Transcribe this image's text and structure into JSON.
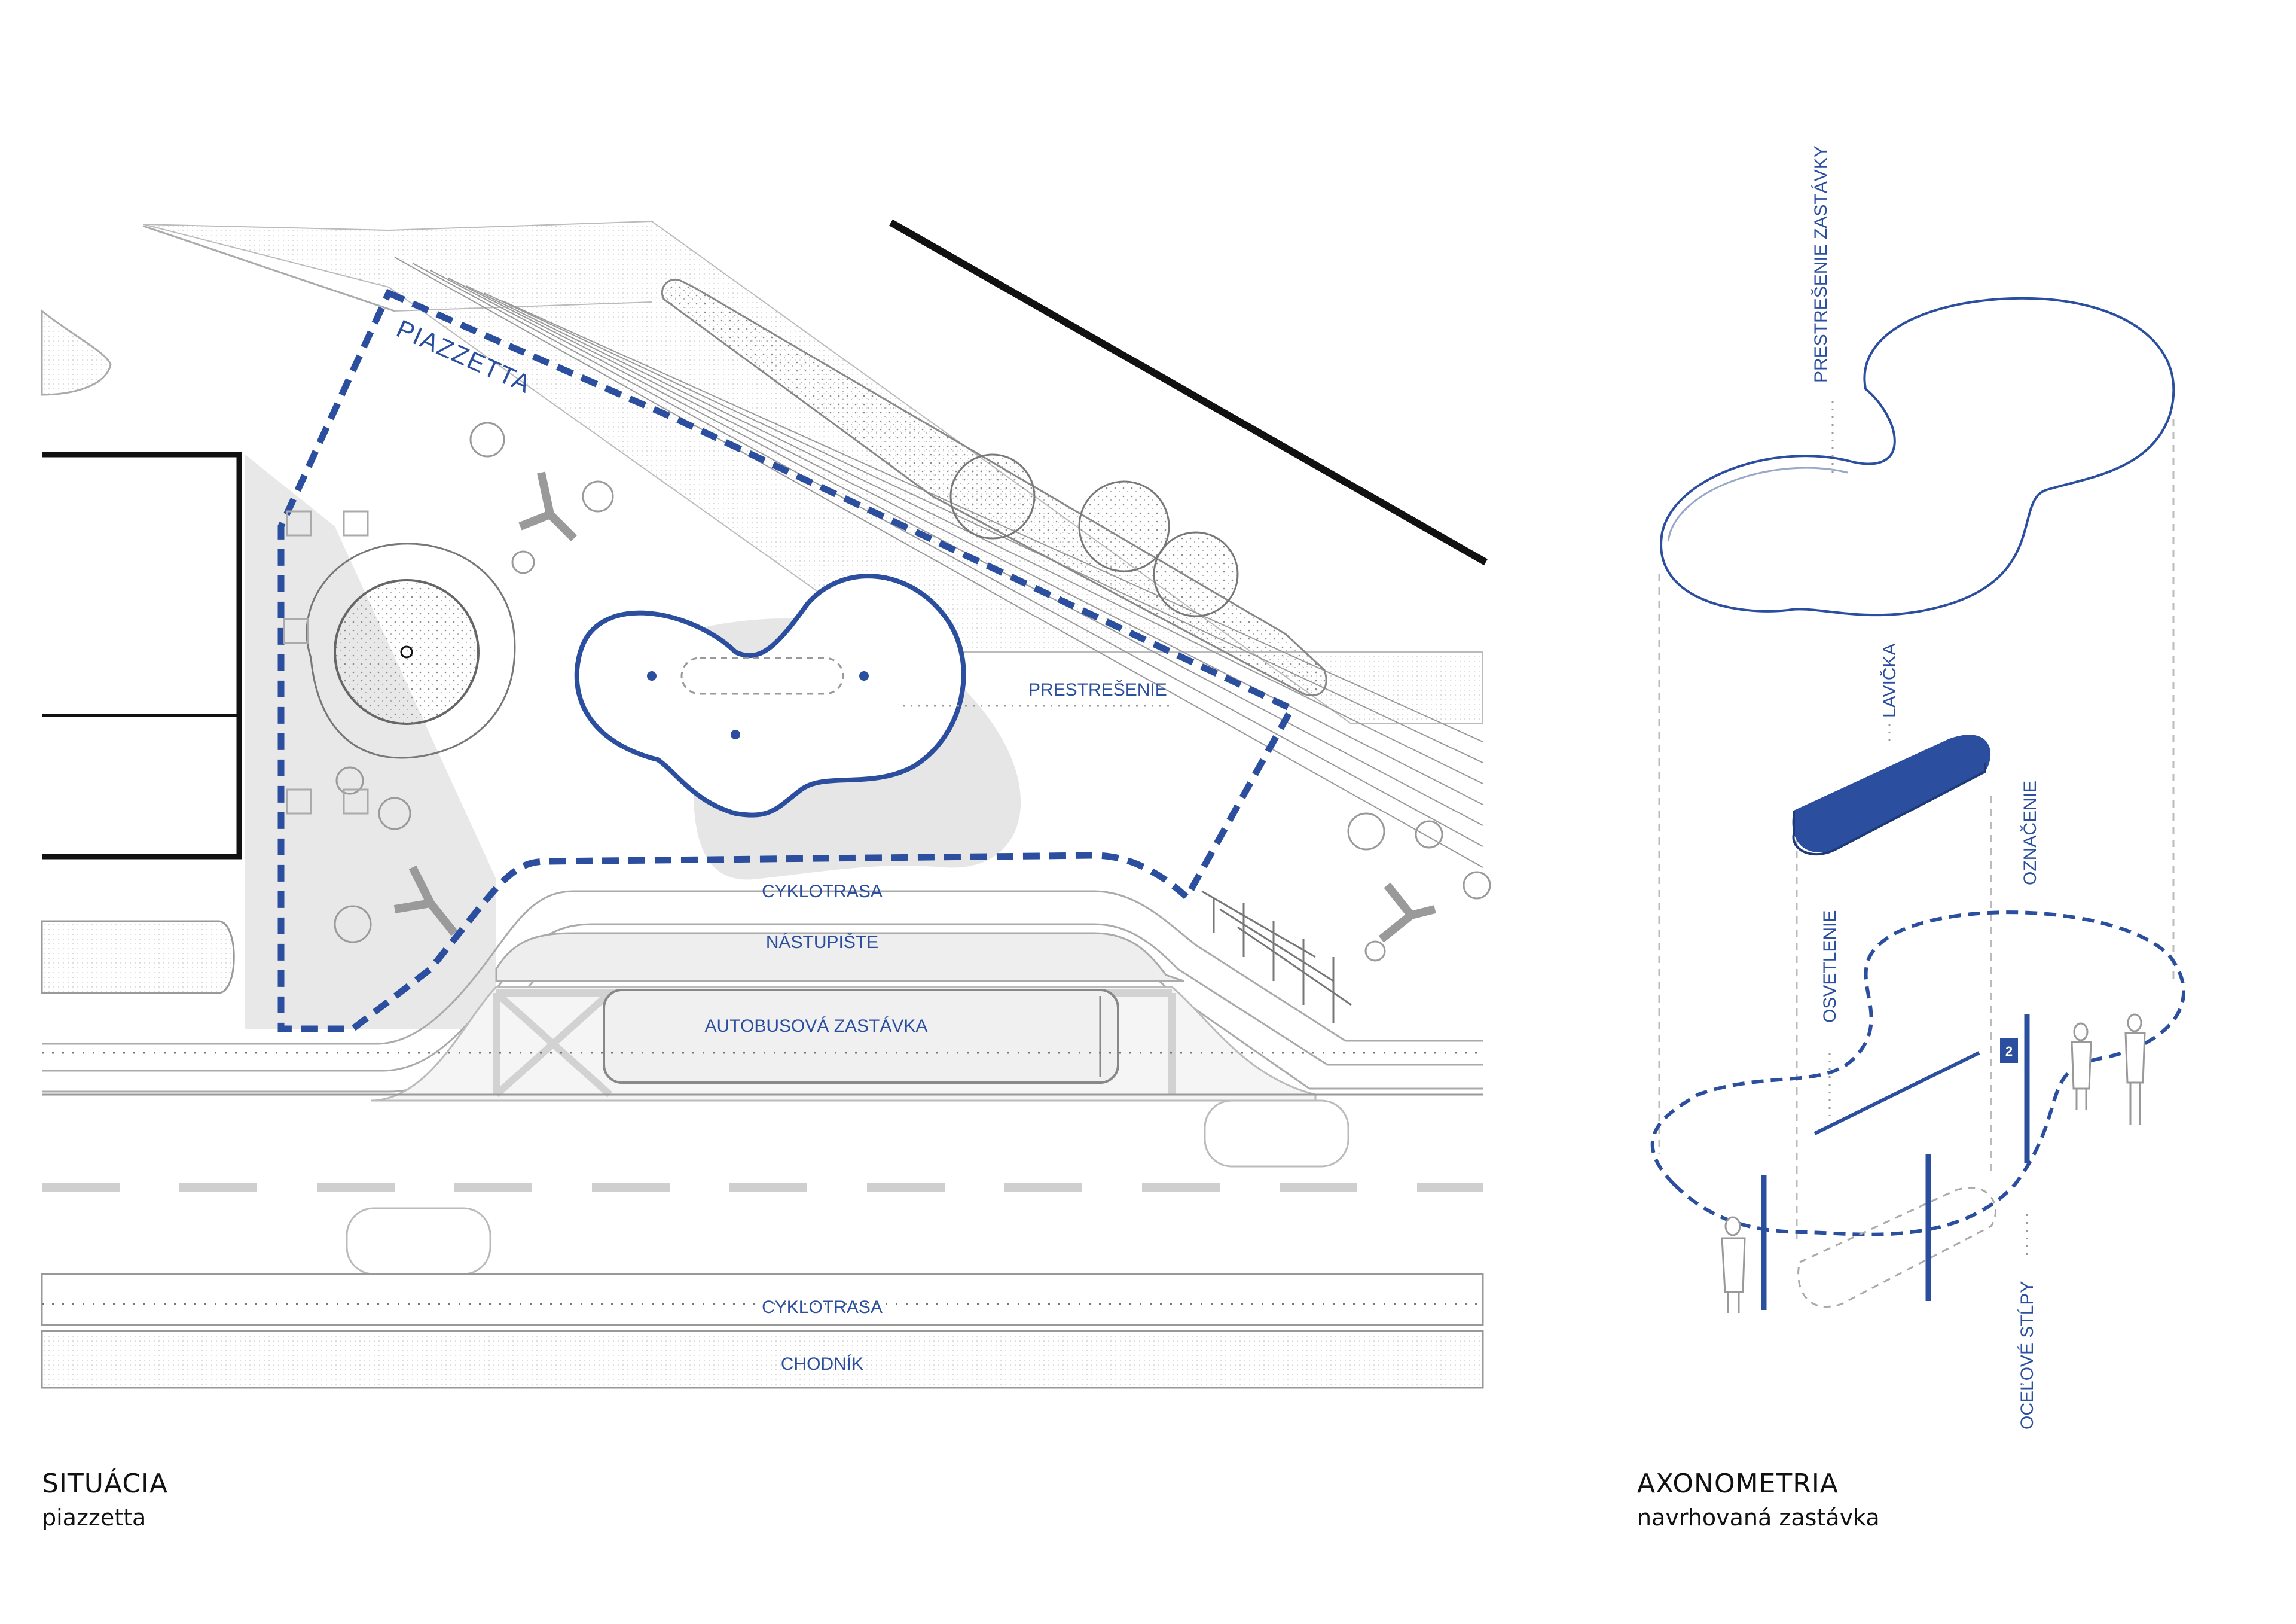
{
  "colors": {
    "accent": "#2b4f9e",
    "line": "#9a9a9a",
    "light": "#d8d8d8",
    "shade": "#e6e6e6",
    "ink": "#111111"
  },
  "site": {
    "labels": {
      "piazzetta": "PIAZZETTA",
      "canopy": "PRESTREŠENIE",
      "bike_upper": "CYKLOTRASA",
      "platform": "NÁSTUPIŠTE",
      "bus_stop": "AUTOBUSOVÁ ZASTÁVKA",
      "bike_lower": "CYKLOTRASA",
      "sidewalk": "CHODNÍK"
    },
    "caption": {
      "title": "SITUÁCIA",
      "subtitle": "piazzetta"
    }
  },
  "axo": {
    "labels": {
      "canopy": "PRESTREŠENIE ZASTÁVKY",
      "bench": "LAVIČKA",
      "signage": "OZNAČENIE",
      "lighting": "OSVETLENIE",
      "columns": "OCEĽOVÉ STĹPY",
      "sign_number": "2"
    },
    "caption": {
      "title": "AXONOMETRIA",
      "subtitle": "navrhovaná zastávka"
    }
  }
}
